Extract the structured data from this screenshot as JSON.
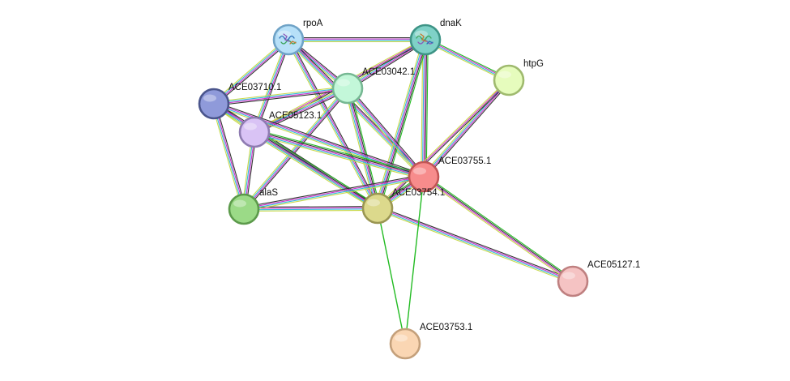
{
  "network": {
    "nodes": [
      {
        "id": "rpoA",
        "label": "rpoA",
        "color": "#b7e0f8",
        "stroke": "#6fa3c7",
        "icon": "protein-structure-icon"
      },
      {
        "id": "dnaK",
        "label": "dnaK",
        "color": "#7fd1c7",
        "stroke": "#3e9486",
        "icon": "protein-structure-icon"
      },
      {
        "id": "htpG",
        "label": "htpG",
        "color": "#e6fcbd",
        "stroke": "#9fba6e",
        "icon": ""
      },
      {
        "id": "ACE03042.1",
        "label": "ACE03042.1",
        "color": "#c3f7d9",
        "stroke": "#76b893",
        "icon": ""
      },
      {
        "id": "ACE03710.1",
        "label": "ACE03710.1",
        "color": "#8f9ada",
        "stroke": "#4a558c",
        "icon": ""
      },
      {
        "id": "ACE05123.1",
        "label": "ACE05123.1",
        "color": "#d9c3f5",
        "stroke": "#8e7bb1",
        "icon": ""
      },
      {
        "id": "ACE03755.1",
        "label": "ACE03755.1",
        "color": "#f78c8c",
        "stroke": "#c25555",
        "icon": ""
      },
      {
        "id": "ACE03754.1",
        "label": "ACE03754.1",
        "color": "#dcd98c",
        "stroke": "#9a9652",
        "icon": ""
      },
      {
        "id": "alaS",
        "label": "alaS",
        "color": "#9bda87",
        "stroke": "#5c9a4b",
        "icon": ""
      },
      {
        "id": "ACE05127.1",
        "label": "ACE05127.1",
        "color": "#f5c3c3",
        "stroke": "#bf8080",
        "icon": ""
      },
      {
        "id": "ACE03753.1",
        "label": "ACE03753.1",
        "color": "#fad6b3",
        "stroke": "#c4a07b",
        "icon": ""
      }
    ],
    "edges": [
      {
        "a": "rpoA",
        "b": "dnaK",
        "kinds": [
          "coexpression",
          "experiments",
          "databases",
          "textmining"
        ]
      },
      {
        "a": "rpoA",
        "b": "ACE03710.1",
        "kinds": [
          "coexpression",
          "experiments",
          "databases",
          "textmining"
        ]
      },
      {
        "a": "rpoA",
        "b": "ACE05123.1",
        "kinds": [
          "coexpression",
          "experiments",
          "databases",
          "textmining"
        ]
      },
      {
        "a": "rpoA",
        "b": "ACE03042.1",
        "kinds": [
          "coexpression",
          "experiments",
          "databases",
          "textmining"
        ]
      },
      {
        "a": "rpoA",
        "b": "ACE03754.1",
        "kinds": [
          "coexpression",
          "experiments",
          "databases",
          "textmining"
        ]
      },
      {
        "a": "rpoA",
        "b": "ACE03755.1",
        "kinds": [
          "coexpression",
          "experiments",
          "databases",
          "textmining"
        ]
      },
      {
        "a": "dnaK",
        "b": "htpG",
        "kinds": [
          "neighborhood",
          "experiments",
          "databases",
          "textmining"
        ]
      },
      {
        "a": "dnaK",
        "b": "ACE03042.1",
        "kinds": [
          "coexpression",
          "experiments",
          "databases",
          "textmining"
        ]
      },
      {
        "a": "dnaK",
        "b": "ACE03755.1",
        "kinds": [
          "neighborhood",
          "coexpression",
          "experiments",
          "databases",
          "textmining"
        ]
      },
      {
        "a": "dnaK",
        "b": "ACE03754.1",
        "kinds": [
          "neighborhood",
          "coexpression",
          "experiments",
          "databases",
          "textmining"
        ]
      },
      {
        "a": "dnaK",
        "b": "ACE05123.1",
        "kinds": [
          "coexpression",
          "experiments",
          "textmining"
        ]
      },
      {
        "a": "htpG",
        "b": "ACE03755.1",
        "kinds": [
          "coexpression",
          "experiments",
          "databases",
          "textmining"
        ]
      },
      {
        "a": "htpG",
        "b": "ACE03754.1",
        "kinds": [
          "coexpression",
          "experiments",
          "textmining"
        ]
      },
      {
        "a": "ACE03042.1",
        "b": "ACE03710.1",
        "kinds": [
          "coexpression",
          "experiments",
          "databases",
          "textmining"
        ]
      },
      {
        "a": "ACE03042.1",
        "b": "ACE05123.1",
        "kinds": [
          "coexpression",
          "experiments",
          "databases",
          "textmining"
        ]
      },
      {
        "a": "ACE03042.1",
        "b": "alaS",
        "kinds": [
          "coexpression",
          "experiments",
          "databases",
          "textmining"
        ]
      },
      {
        "a": "ACE03042.1",
        "b": "ACE03755.1",
        "kinds": [
          "coexpression",
          "experiments",
          "databases",
          "textmining"
        ]
      },
      {
        "a": "ACE03042.1",
        "b": "ACE03754.1",
        "kinds": [
          "neighborhood",
          "coexpression",
          "experiments",
          "databases",
          "textmining"
        ]
      },
      {
        "a": "ACE03710.1",
        "b": "ACE05123.1",
        "kinds": [
          "coexpression",
          "experiments",
          "databases",
          "textmining"
        ]
      },
      {
        "a": "ACE03710.1",
        "b": "alaS",
        "kinds": [
          "coexpression",
          "experiments",
          "databases",
          "textmining"
        ]
      },
      {
        "a": "ACE03710.1",
        "b": "ACE03755.1",
        "kinds": [
          "coexpression",
          "experiments",
          "databases",
          "textmining"
        ]
      },
      {
        "a": "ACE03710.1",
        "b": "ACE03754.1",
        "kinds": [
          "coexpression",
          "experiments",
          "databases",
          "textmining"
        ]
      },
      {
        "a": "ACE05123.1",
        "b": "alaS",
        "kinds": [
          "coexpression",
          "experiments",
          "databases",
          "textmining"
        ]
      },
      {
        "a": "ACE05123.1",
        "b": "ACE03755.1",
        "kinds": [
          "neighborhood",
          "coexpression",
          "experiments",
          "databases",
          "textmining"
        ]
      },
      {
        "a": "ACE05123.1",
        "b": "ACE03754.1",
        "kinds": [
          "neighborhood",
          "coexpression",
          "experiments",
          "databases",
          "textmining"
        ]
      },
      {
        "a": "alaS",
        "b": "ACE03754.1",
        "kinds": [
          "coexpression",
          "experiments",
          "databases",
          "textmining"
        ]
      },
      {
        "a": "alaS",
        "b": "ACE03755.1",
        "kinds": [
          "coexpression",
          "experiments",
          "databases",
          "textmining"
        ]
      },
      {
        "a": "ACE03754.1",
        "b": "ACE03755.1",
        "kinds": [
          "neighborhood",
          "coexpression",
          "experiments",
          "databases",
          "textmining"
        ]
      },
      {
        "a": "ACE03754.1",
        "b": "ACE05127.1",
        "kinds": [
          "coexpression",
          "experiments",
          "databases",
          "textmining"
        ]
      },
      {
        "a": "ACE03755.1",
        "b": "ACE05127.1",
        "kinds": [
          "neighborhood",
          "coexpression",
          "experiments",
          "textmining"
        ]
      },
      {
        "a": "ACE03754.1",
        "b": "ACE03753.1",
        "kinds": [
          "neighborhood"
        ]
      },
      {
        "a": "ACE03755.1",
        "b": "ACE03753.1",
        "kinds": [
          "neighborhood"
        ]
      }
    ],
    "edge_colors": {
      "neighborhood": "#22bb22",
      "coexpression": "#333333",
      "experiments": "#cc33cc",
      "databases": "#33bbdd",
      "textmining": "#c8d84a"
    }
  }
}
